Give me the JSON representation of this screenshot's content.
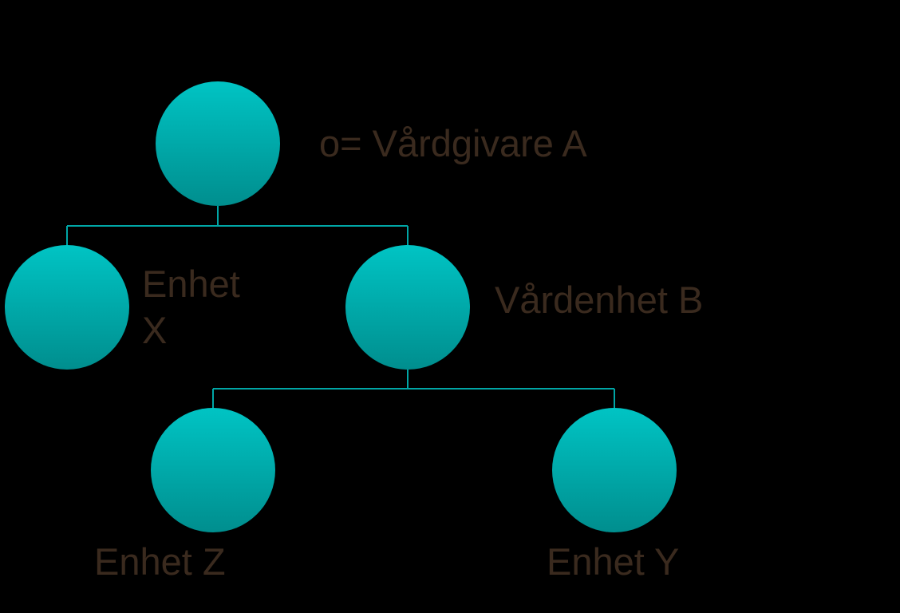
{
  "colors": {
    "background": "#000000",
    "node_fill_top": "#00C4C4",
    "node_fill_bottom": "#008E8E",
    "connector": "#00A6A6",
    "label": "#3A2A1E"
  },
  "nodes": {
    "root": {
      "label": "o= Vårdgivare A"
    },
    "enhet_x": {
      "label_line1": "Enhet",
      "label_line2": "X"
    },
    "vardenhet_b": {
      "label": "Vårdenhet B"
    },
    "enhet_z": {
      "label": "Enhet Z"
    },
    "enhet_y": {
      "label": "Enhet Y"
    }
  }
}
